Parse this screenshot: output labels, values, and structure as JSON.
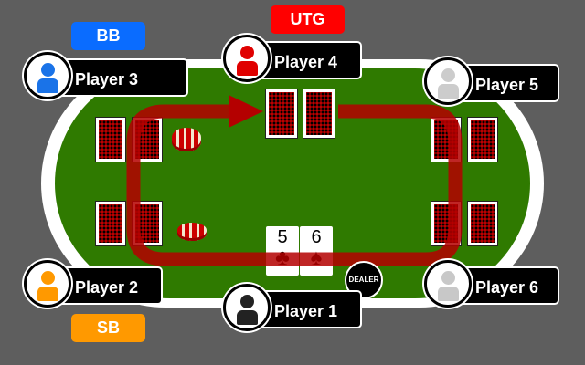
{
  "positions": {
    "bb": "BB",
    "utg": "UTG",
    "sb": "SB"
  },
  "players": [
    {
      "name": "Player 1",
      "avatar_color": "#222222"
    },
    {
      "name": "Player 2",
      "avatar_color": "#ff9900"
    },
    {
      "name": "Player 3",
      "avatar_color": "#1a73e8"
    },
    {
      "name": "Player 4",
      "avatar_color": "#e00000"
    },
    {
      "name": "Player 5",
      "avatar_color": "#cccccc"
    },
    {
      "name": "Player 6",
      "avatar_color": "#c8c8c8"
    }
  ],
  "hero_cards": [
    {
      "rank": "5",
      "suit": "♣"
    },
    {
      "rank": "6",
      "suit": "♠"
    }
  ],
  "dealer_button": "DEALER",
  "colors": {
    "bb": "#0a6cff",
    "utg": "#ff0000",
    "sb": "#ff9900",
    "felt": "#2f7a00",
    "arrow": "#b40000"
  }
}
